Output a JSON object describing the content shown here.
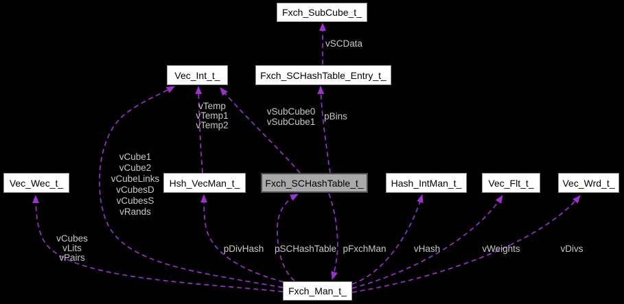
{
  "colors": {
    "background": "#000000",
    "node_fill": "#ffffff",
    "node_border": "#909090",
    "node_text": "#000000",
    "highlight_fill": "#a9a9a9",
    "highlight_border": "#4c4c4c",
    "edge": "#9a32cd",
    "edge_label_text": "#c9c9c9"
  },
  "nodes": [
    {
      "id": "fxch-subcube",
      "label": "Fxch_SubCube_t_",
      "highlighted": false
    },
    {
      "id": "vec-int",
      "label": "Vec_Int_t_",
      "highlighted": false
    },
    {
      "id": "schashtable-entry",
      "label": "Fxch_SCHashTable_Entry_t_",
      "highlighted": false
    },
    {
      "id": "vec-wec",
      "label": "Vec_Wec_t_",
      "highlighted": false
    },
    {
      "id": "hsh-vecman",
      "label": "Hsh_VecMan_t_",
      "highlighted": false
    },
    {
      "id": "schashtable",
      "label": "Fxch_SCHashTable_t_",
      "highlighted": true
    },
    {
      "id": "hash-intman",
      "label": "Hash_IntMan_t_",
      "highlighted": false
    },
    {
      "id": "vec-flt",
      "label": "Vec_Flt_t_",
      "highlighted": false
    },
    {
      "id": "vec-wrd",
      "label": "Vec_Wrd_t_",
      "highlighted": false
    },
    {
      "id": "fxch-man",
      "label": "Fxch_Man_t_",
      "highlighted": false
    }
  ],
  "edge_labels": {
    "vscdata": "vSCData",
    "vtemp": [
      "vTemp",
      "vTemp1",
      "vTemp2"
    ],
    "vsubcube": [
      "vSubCube0",
      "vSubCube1"
    ],
    "pbins": "pBins",
    "vcube": [
      "vCube1",
      "vCube2",
      "vCubeLinks",
      "vCubesD",
      "vCubesS",
      "vRands"
    ],
    "vcubes": [
      "vCubes",
      "vLits",
      "vPairs"
    ],
    "pdivhash": "pDivHash",
    "pschashtable": "pSCHashTable",
    "pfxchman": "pFxchMan",
    "vhash": "vHash",
    "vweights": "vWeights",
    "vdivs": "vDivs"
  },
  "edges": [
    {
      "from": "Fxch_SCHashTable_Entry_t_",
      "to": "Fxch_SubCube_t_",
      "labels": [
        "vSCData"
      ]
    },
    {
      "from": "Fxch_SCHashTable_t_",
      "to": "Fxch_SCHashTable_Entry_t_",
      "labels": [
        "pBins"
      ]
    },
    {
      "from": "Fxch_SCHashTable_t_",
      "to": "Vec_Int_t_",
      "labels": [
        "vSubCube0",
        "vSubCube1"
      ]
    },
    {
      "from": "Hsh_VecMan_t_",
      "to": "Vec_Int_t_",
      "labels": [
        "vTemp",
        "vTemp1",
        "vTemp2"
      ]
    },
    {
      "from": "Fxch_Man_t_",
      "to": "Vec_Int_t_",
      "labels": [
        "vCube1",
        "vCube2",
        "vCubeLinks",
        "vCubesD",
        "vCubesS",
        "vRands"
      ]
    },
    {
      "from": "Fxch_Man_t_",
      "to": "Vec_Wec_t_",
      "labels": [
        "vCubes",
        "vLits",
        "vPairs"
      ]
    },
    {
      "from": "Fxch_Man_t_",
      "to": "Hsh_VecMan_t_",
      "labels": [
        "pDivHash"
      ]
    },
    {
      "from": "Fxch_Man_t_",
      "to": "Fxch_SCHashTable_t_",
      "labels": [
        "pSCHashTable"
      ]
    },
    {
      "from": "Fxch_SCHashTable_t_",
      "to": "Fxch_Man_t_",
      "labels": [
        "pFxchMan"
      ]
    },
    {
      "from": "Fxch_Man_t_",
      "to": "Hash_IntMan_t_",
      "labels": [
        "vHash"
      ]
    },
    {
      "from": "Fxch_Man_t_",
      "to": "Vec_Flt_t_",
      "labels": [
        "vWeights"
      ]
    },
    {
      "from": "Fxch_Man_t_",
      "to": "Vec_Wrd_t_",
      "labels": [
        "vDivs"
      ]
    }
  ]
}
